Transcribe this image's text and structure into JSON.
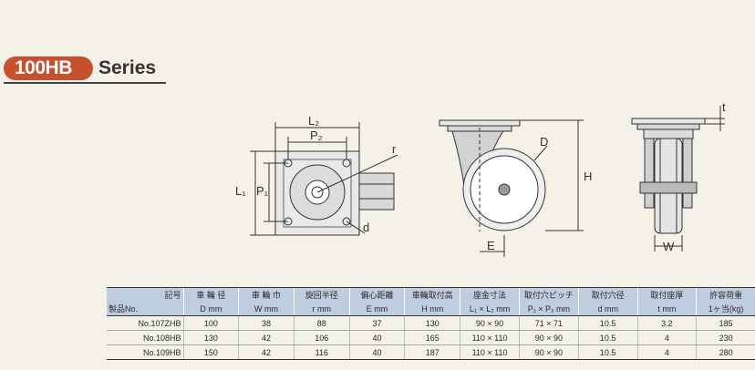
{
  "title": {
    "num": "100HB",
    "series": "Series"
  },
  "labels": {
    "L2": "L₂",
    "P2": "P₂",
    "L1": "L₁",
    "P1": "P₁",
    "r": "r",
    "d": "d",
    "D": "D",
    "H": "H",
    "E": "E",
    "t": "t",
    "W": "W"
  },
  "table": {
    "corner_top": "記号",
    "corner_bottom": "製品No.",
    "headers": [
      "車 輪 径",
      "車 輪 巾",
      "旋回半径",
      "偏心距離",
      "車輪取付高",
      "座金寸法",
      "取付穴ピッチ",
      "取付穴径",
      "取付座厚",
      "許容荷重"
    ],
    "units": [
      "D mm",
      "W mm",
      "r mm",
      "E mm",
      "H mm",
      "L₁ × L₂ mm",
      "P₁ × P₂ mm",
      "d mm",
      "t mm",
      "1ヶ当(kg)"
    ],
    "rows": [
      {
        "model": "No.107ZHB",
        "cells": [
          "100",
          "38",
          "88",
          "37",
          "130",
          "90 × 90",
          "71 × 71",
          "10.5",
          "3.2",
          "185"
        ]
      },
      {
        "model": "No.108HB",
        "cells": [
          "130",
          "42",
          "106",
          "40",
          "165",
          "110 × 110",
          "90 × 90",
          "10.5",
          "4",
          "230"
        ]
      },
      {
        "model": "No.109HB",
        "cells": [
          "150",
          "42",
          "116",
          "40",
          "187",
          "110 × 110",
          "90 × 90",
          "10.5",
          "4",
          "280"
        ]
      }
    ]
  }
}
